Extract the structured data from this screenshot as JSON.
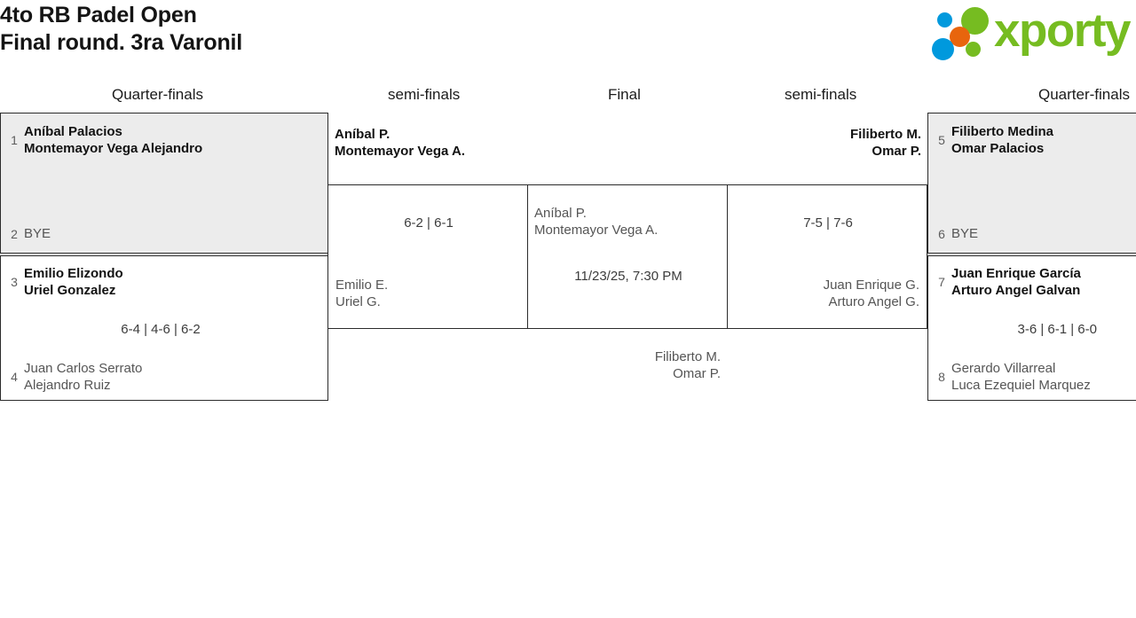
{
  "header": {
    "title_line1": "4to RB Padel Open",
    "title_line2": "Final round. 3ra Varonil",
    "brand_name": "xporty",
    "brand_colors": {
      "green": "#76bc21",
      "blue": "#0099dd",
      "orange": "#e8650d"
    }
  },
  "round_headers": {
    "left_quarterfinals": "Quarter-finals",
    "left_semifinals": "semi-finals",
    "final": "Final",
    "right_semifinals": "semi-finals",
    "right_quarterfinals": "Quarter-finals"
  },
  "bracket": {
    "left_quarterfinals": [
      {
        "top": {
          "seed": "1",
          "player1": "Aníbal Palacios",
          "player2": "Montemayor Vega Alejandro",
          "result": "winner"
        },
        "bottom": {
          "seed": "2",
          "player1": "BYE",
          "player2": "",
          "result": "bye"
        },
        "score": ""
      },
      {
        "top": {
          "seed": "3",
          "player1": "Emilio Elizondo",
          "player2": "Uriel Gonzalez",
          "result": "winner"
        },
        "bottom": {
          "seed": "4",
          "player1": "Juan Carlos Serrato",
          "player2": "Alejandro Ruiz",
          "result": "loser"
        },
        "score": "6-4 | 4-6 | 6-2"
      }
    ],
    "left_semifinal": {
      "top": {
        "player1": "Aníbal P.",
        "player2": "Montemayor Vega A.",
        "result": "winner"
      },
      "bottom": {
        "player1": "Emilio E.",
        "player2": "Uriel G.",
        "result": "loser"
      },
      "score": "6-2 | 6-1"
    },
    "final": {
      "top": {
        "player1": "Aníbal P.",
        "player2": "Montemayor Vega A.",
        "result": "pending"
      },
      "bottom": {
        "player1": "Filiberto M.",
        "player2": "Omar P.",
        "result": "pending"
      },
      "score": "11/23/25, 7:30 PM"
    },
    "right_semifinal": {
      "top": {
        "player1": "Filiberto M.",
        "player2": "Omar P.",
        "result": "winner"
      },
      "bottom": {
        "player1": "Juan Enrique G.",
        "player2": "Arturo Angel G.",
        "result": "loser"
      },
      "score": "7-5 | 7-6"
    },
    "right_quarterfinals": [
      {
        "top": {
          "seed": "5",
          "player1": "Filiberto Medina",
          "player2": "Omar Palacios",
          "result": "winner"
        },
        "bottom": {
          "seed": "6",
          "player1": "BYE",
          "player2": "",
          "result": "bye"
        },
        "score": ""
      },
      {
        "top": {
          "seed": "7",
          "player1": "Juan Enrique García",
          "player2": "Arturo Angel Galvan",
          "result": "winner"
        },
        "bottom": {
          "seed": "8",
          "player1": "Gerardo Villarreal",
          "player2": "Luca Ezequiel Marquez",
          "result": "loser"
        },
        "score": "3-6 | 6-1 | 6-0"
      }
    ]
  }
}
